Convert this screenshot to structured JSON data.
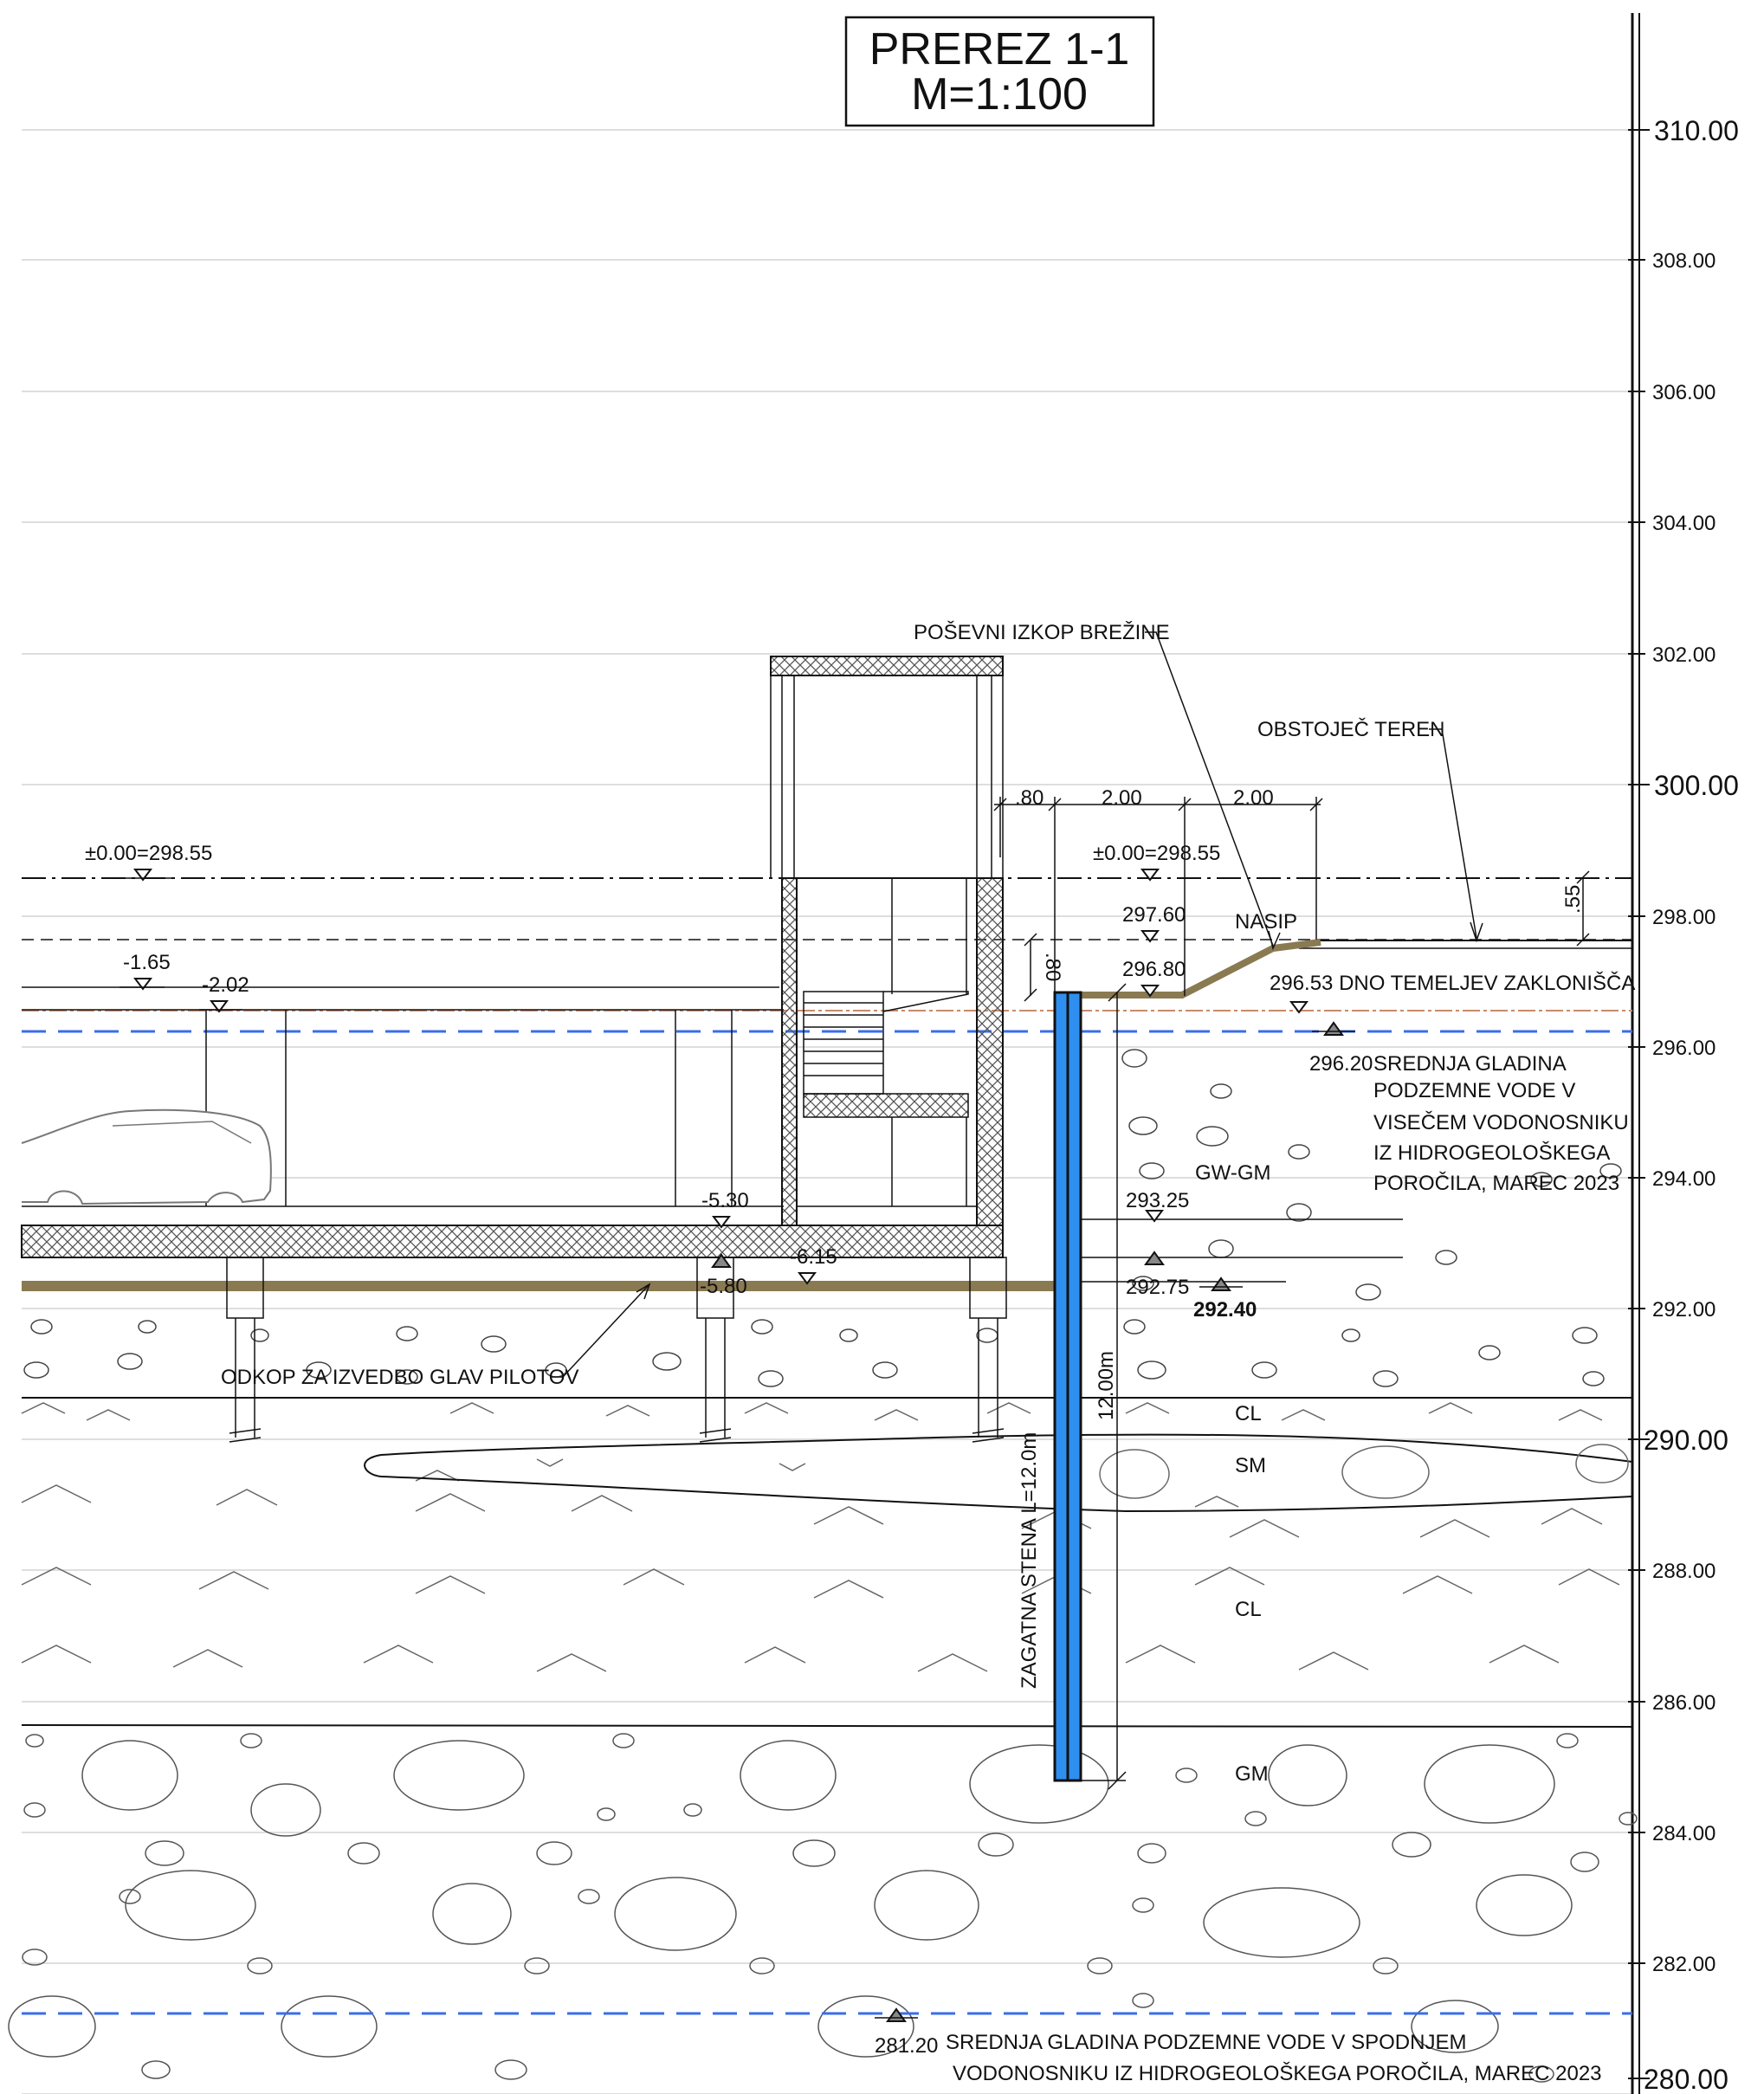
{
  "title": {
    "line1": "PREREZ 1-1",
    "line2": "M=1:100"
  },
  "elevation_axis": {
    "major": [
      "310.00",
      "300.00",
      "290.00",
      "280.00"
    ],
    "minor": [
      "308.00",
      "306.00",
      "304.00",
      "302.00",
      "298.00",
      "296.00",
      "294.00",
      "292.00",
      "288.00",
      "286.00",
      "284.00",
      "282.00"
    ]
  },
  "reference_levels": {
    "zero_left": "±0.00=298.55",
    "zero_right": "±0.00=298.55",
    "left_a": "-1.65",
    "left_b": "-2.02",
    "slab_top": "-5.30",
    "slab_bottom": "-5.80",
    "excavation": "-6.15",
    "terrain_top": "297.60",
    "terrain_excav": "296.80",
    "level_293": "293.25",
    "level_292_75": "292.75",
    "level_292_40": "292.40"
  },
  "dimensions": {
    "d1": ".80",
    "d2": "2.00",
    "d3": "2.00",
    "d_vert": ".80",
    "d_55": ".55",
    "wall_length": "12.00m"
  },
  "annotations": {
    "slope_excavation": "POŠEVNI IZKOP BREŽINE",
    "existing_terrain": "OBSTOJEČ TEREN",
    "embankment": "NASIP",
    "foundation_bottom": "296.53 DNO TEMELJEV ZAKLONIŠČA",
    "gw_upper_level": "296.20",
    "gw_upper_text": [
      "SREDNJA GLADINA",
      "PODZEMNE VODE V",
      "VISEČEM VODONOSNIKU",
      "IZ HIDROGEOLOŠKEGA",
      "POROČILA, MAREC 2023"
    ],
    "pile_heads": "ODKOP ZA IZVEDBO GLAV PILOTOV",
    "sheet_wall": "ZAGATNA STENA L=12.0m",
    "gw_lower_level": "281.20",
    "gw_lower_text": [
      "SREDNJA GLADINA PODZEMNE VODE V SPODNJEM",
      "VODONOSNIKU IZ HIDROGEOLOŠKEGA POROČILA, MAREC 2023"
    ]
  },
  "soil_layers": {
    "gw_gm": "GW-GM",
    "cl_top": "CL",
    "sm": "SM",
    "cl_mid": "CL",
    "gm": "GM"
  },
  "colors": {
    "sheet_wall": "#2f8ff0",
    "groundwater": "#3a6ee8",
    "excavation_line": "#8a7a52",
    "hatch": "#555555"
  },
  "icons": {
    "level_marker": "triangle-level-icon",
    "car": "car-outline-icon"
  }
}
